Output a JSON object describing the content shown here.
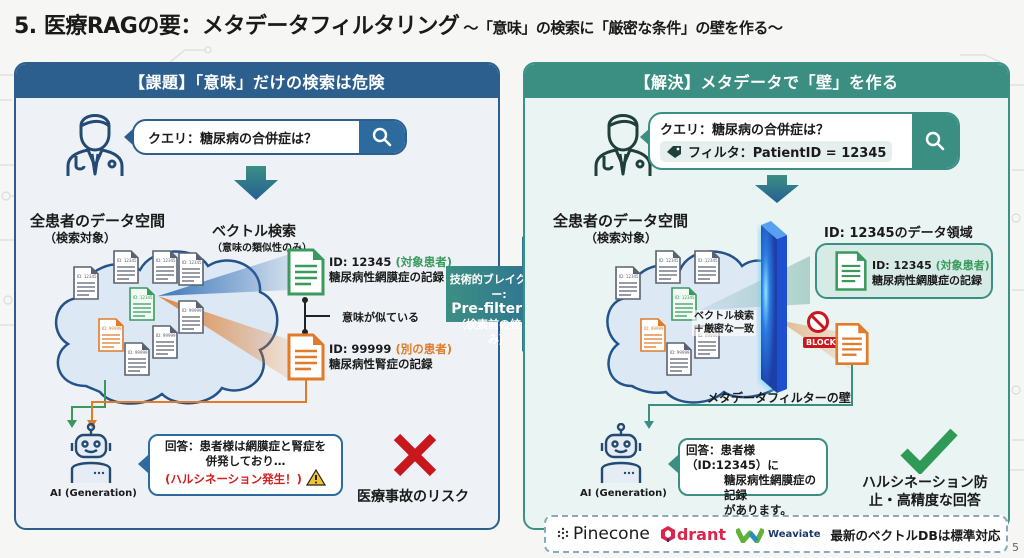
{
  "title": {
    "main": "5. 医療RAGの要：メタデータフィルタリング",
    "subtitle": "～「意味」の検索に「厳密な条件」の壁を作る～"
  },
  "left_panel": {
    "header": "【課題】「意味」だけの検索は危険",
    "query": "クエリ：糖尿病の合併症は？",
    "data_space_title": "全患者のデータ空間",
    "data_space_sub": "（検索対象）",
    "vector_search_title": "ベクトル検索",
    "vector_search_sub": "（意味の類似性のみ）",
    "doc_target_id": "ID: 12345",
    "doc_target_tag": "(対象患者)",
    "doc_target_desc": "糖尿病性網膜症の記録",
    "similar_label": "意味が似ている",
    "doc_other_id": "ID: 99999",
    "doc_other_tag": "(別の患者)",
    "doc_other_desc": "糖尿病性腎症の記録",
    "ai_label": "AI (Generation)",
    "answer_line1": "回答：患者様は網膜症と腎症を",
    "answer_line2": "併発しており…",
    "answer_warning": "(ハルシネーション発生！)",
    "risk_label": "医療事故のリスク"
  },
  "breakthrough": {
    "line1": "技術的ブレイクスルー:",
    "line2": "Pre-filtering",
    "line3": "（検索前の絞り込み）"
  },
  "right_panel": {
    "header": "【解決】メタデータで「壁」を作る",
    "query": "クエリ：糖尿病の合併症は？",
    "filter": "フィルタ：PatientID = 12345",
    "data_space_title": "全患者のデータ空間",
    "data_space_sub": "（検索対象）",
    "region_title": "ID: 12345のデータ領域",
    "doc_target_id": "ID: 12345",
    "doc_target_tag": "(対象患者)",
    "doc_target_desc": "糖尿病性網膜症の記録",
    "search_line1": "ベクトル検索",
    "search_line2": "＋厳密な一致",
    "block_label": "BLOCK",
    "wall_label": "メタデータフィルターの壁",
    "ai_label": "AI (Generation)",
    "answer_line1": "回答：患者様（ID:12345）に",
    "answer_line2": "糖尿病性網膜症の記録",
    "answer_line3": "があります。",
    "result_line1": "ハルシネーション防",
    "result_line2": "止・高精度な回答"
  },
  "cloud_docs": {
    "ids": [
      "ID: 12345",
      "ID: 12345",
      "ID: 12345",
      "ID: 12345",
      "ID: 99999",
      "ID: 99999",
      "ID: 99999",
      "ID: 99999"
    ]
  },
  "vector_dbs": {
    "pinecone": "Pinecone",
    "qdrant": "drant",
    "weaviate": "Weaviate",
    "note": "最新のベクトルDBは標準対応"
  },
  "page_number": "5",
  "colors": {
    "left_accent": "#2d5f8e",
    "right_accent": "#3b8f82",
    "green": "#3a9a5c",
    "orange": "#e07b2a",
    "red": "#d11e1e",
    "wall": "#2a5fd8"
  }
}
